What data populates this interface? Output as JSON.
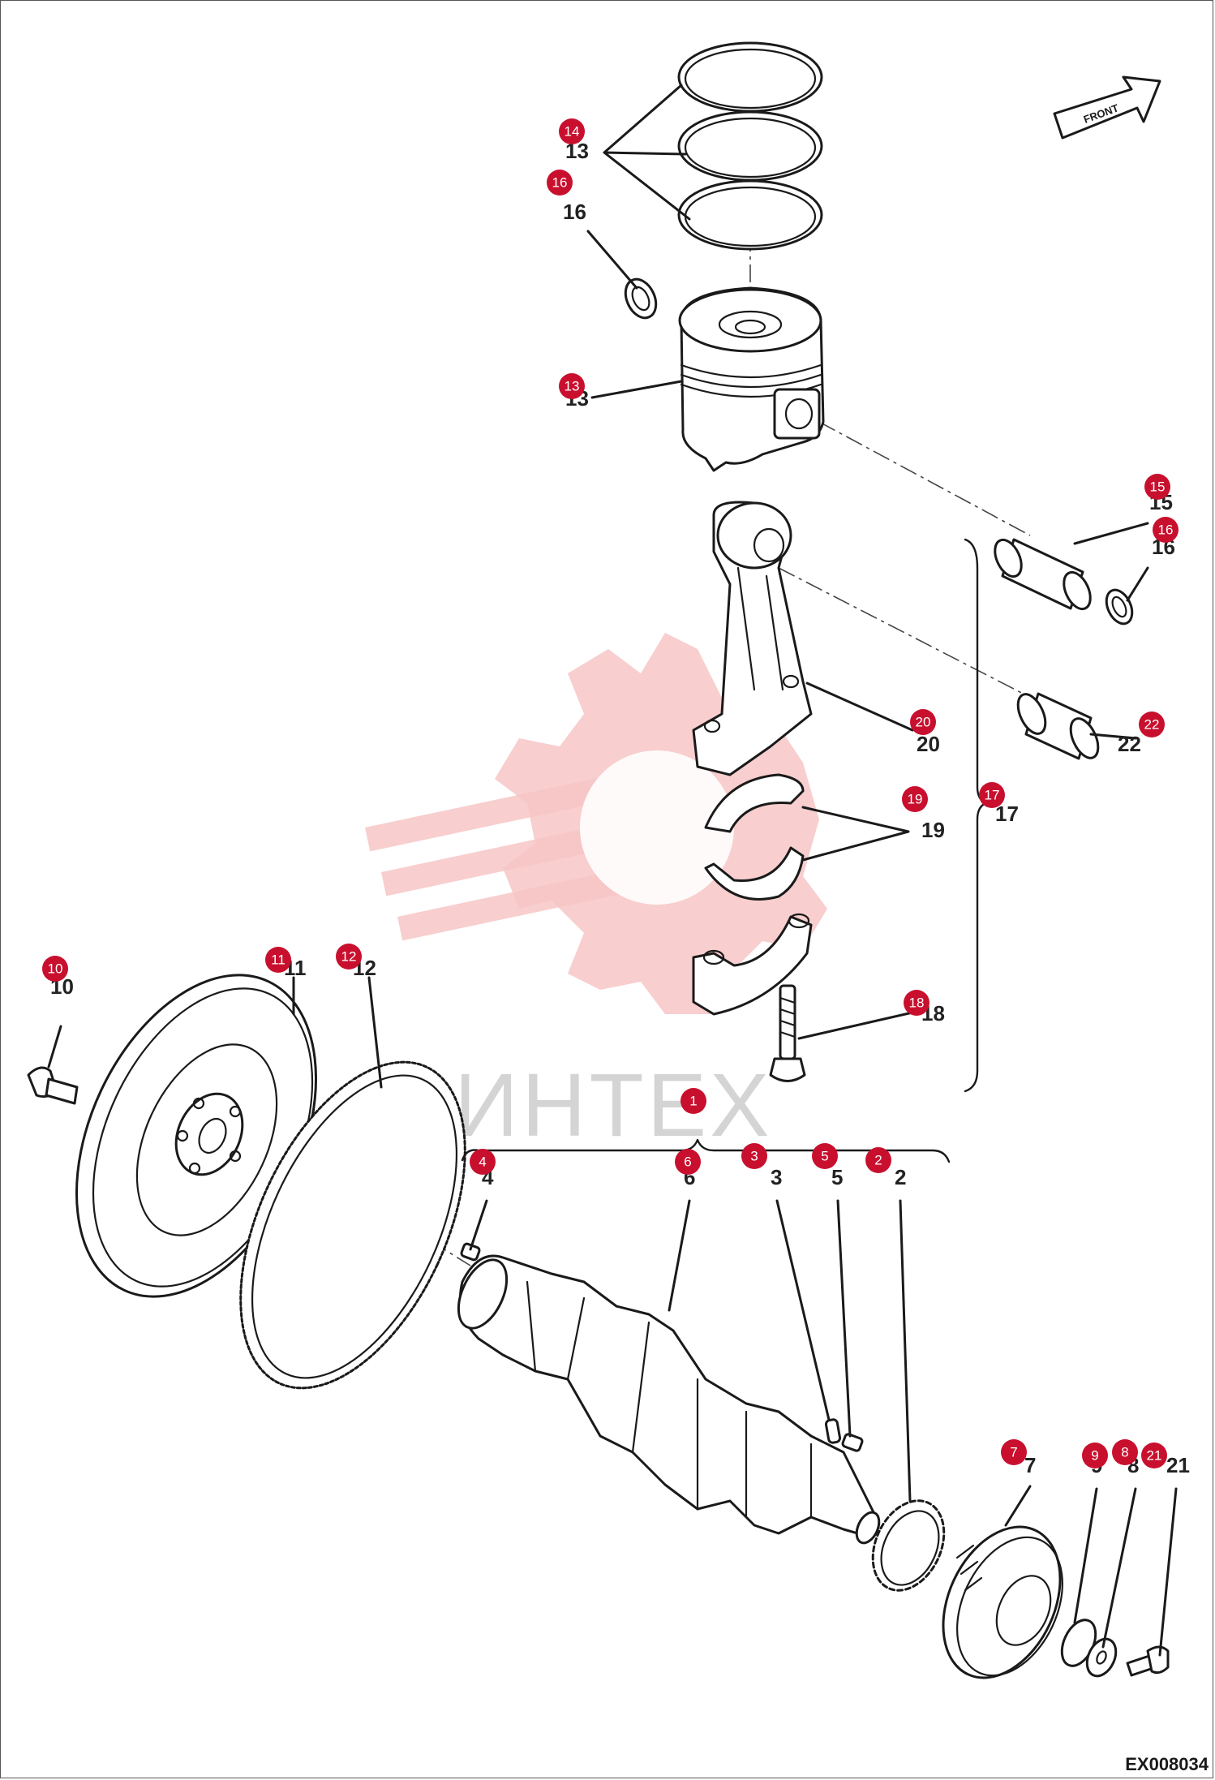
{
  "drawing_code": "EX008034",
  "front_arrow_text": "FRONT",
  "watermark_text": "ИНТЕХ",
  "callouts": [
    {
      "id": "1",
      "label": "1"
    },
    {
      "id": "2",
      "label": "2"
    },
    {
      "id": "3",
      "label": "3"
    },
    {
      "id": "4",
      "label": "4"
    },
    {
      "id": "5",
      "label": "5"
    },
    {
      "id": "6",
      "label": "6"
    },
    {
      "id": "7",
      "label": "7"
    },
    {
      "id": "8",
      "label": "8"
    },
    {
      "id": "9",
      "label": "9"
    },
    {
      "id": "10",
      "label": "10"
    },
    {
      "id": "11",
      "label": "11"
    },
    {
      "id": "12",
      "label": "12"
    },
    {
      "id": "13",
      "label": "13"
    },
    {
      "id": "14",
      "label": "14"
    },
    {
      "id": "15",
      "label": "15"
    },
    {
      "id": "16a",
      "label": "16"
    },
    {
      "id": "16b",
      "label": "16"
    },
    {
      "id": "17",
      "label": "17"
    },
    {
      "id": "18",
      "label": "18"
    },
    {
      "id": "19",
      "label": "19"
    },
    {
      "id": "20",
      "label": "20"
    },
    {
      "id": "21",
      "label": "21"
    },
    {
      "id": "22",
      "label": "22"
    }
  ],
  "colors": {
    "bubble": "#c8102e",
    "line": "#1a1a1a",
    "watermark": "#f7c5c5"
  }
}
